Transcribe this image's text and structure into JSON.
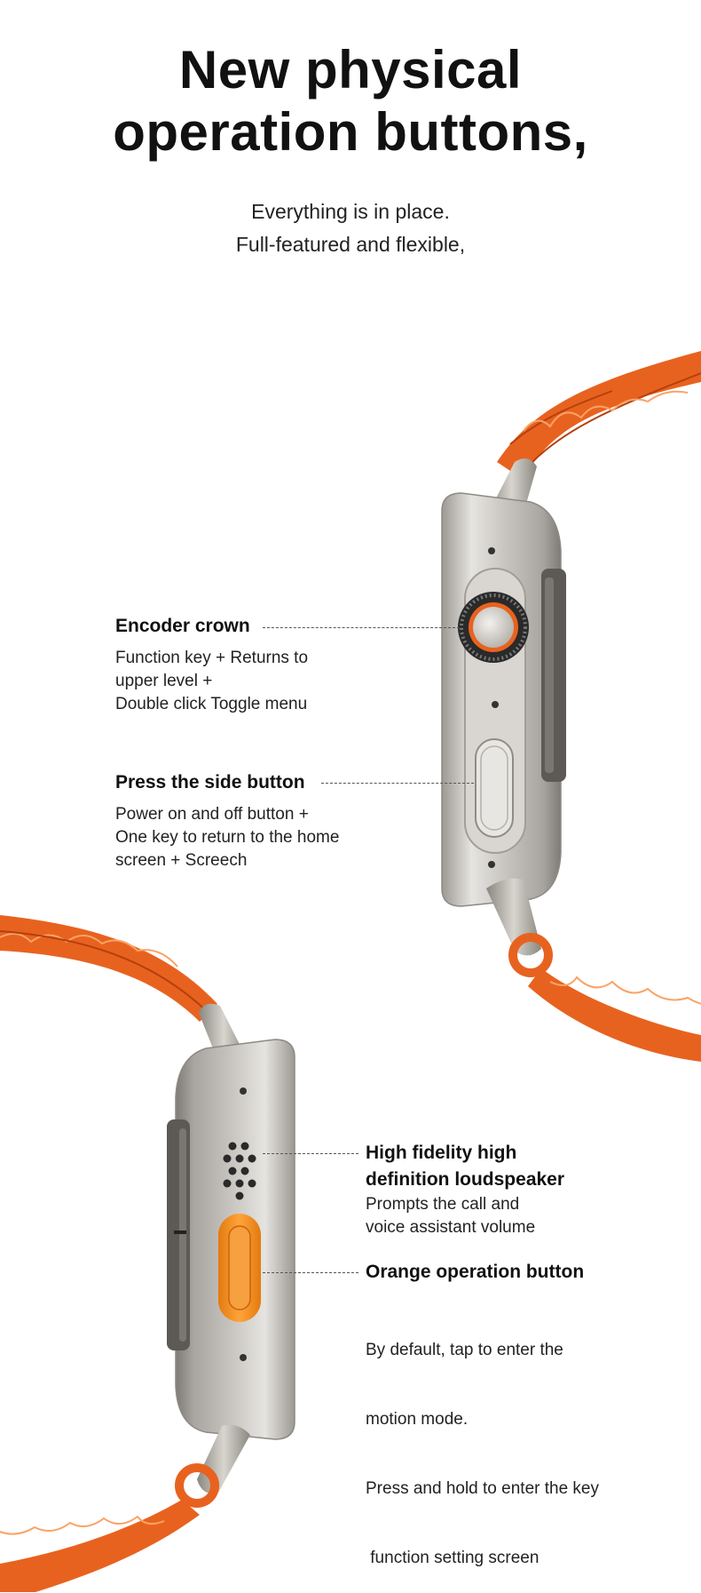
{
  "header": {
    "title_line1": "New physical",
    "title_line2": "operation buttons,",
    "subtitle_line1": "Everything is in place.",
    "subtitle_line2": "Full-featured and flexible,"
  },
  "features": {
    "encoder_crown": {
      "label": "Encoder crown",
      "desc_line1": "Function key + Returns to",
      "desc_line2": "upper level +",
      "desc_line3": "Double click Toggle menu"
    },
    "side_button": {
      "label": "Press the side button",
      "desc_line1": "Power on and off button +",
      "desc_line2": "One key to return to the home",
      "desc_line3": "screen + Screech"
    },
    "loudspeaker": {
      "label_line1": "High fidelity high",
      "label_line2": "definition loudspeaker",
      "desc_line1": "Prompts the call and",
      "desc_line2": "voice assistant volume"
    },
    "orange_button": {
      "label": "Orange operation button",
      "desc_line1": "By default, tap to enter the",
      "desc_line2": "motion mode.",
      "desc_line3": "Press and hold to enter the key",
      "desc_line4": " function setting screen"
    }
  },
  "colors": {
    "strap_orange": "#E8621F",
    "button_orange": "#F7941D",
    "titanium": "#C9C6C1"
  }
}
